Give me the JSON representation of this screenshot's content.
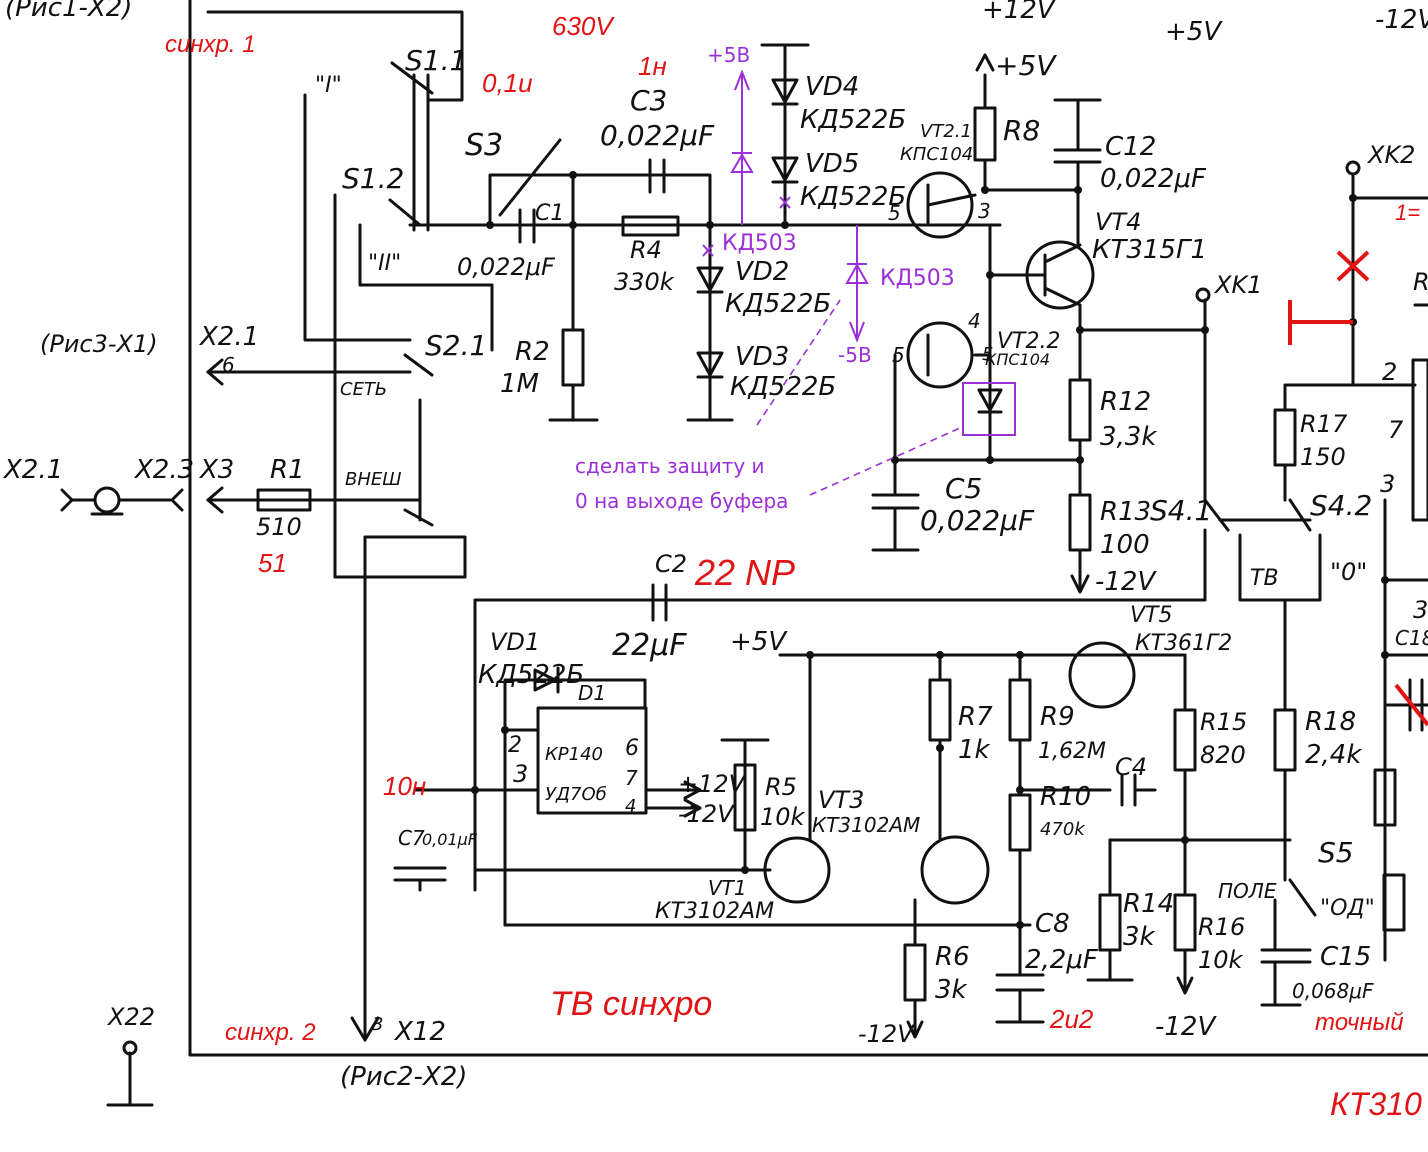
{
  "labels": {
    "top_left": "(Рис1-X2)",
    "top_p12": "+12V",
    "top_p5": "+5V",
    "top_m12": "-12V",
    "sw_s11": "S1.1",
    "sw_s12": "S1.2",
    "sw_s21": "S2.1",
    "sw_s3": "S3",
    "sw_i": "\"I\"",
    "sw_ii": "\"II\"",
    "set": "СЕТЬ",
    "vnesh": "ВНЕШ",
    "ric3": "(Рис3-X1)",
    "x21_out": "X2.1",
    "x21_in": "X2.1",
    "x23": "X2.3",
    "x3": "X3",
    "pin6": "6",
    "r1": "R1",
    "r1v": "510",
    "c3": "C3",
    "c3v": "0,022μF",
    "c1": "C1",
    "c1v": "0,022μF",
    "r4": "R4",
    "r4v": "330k",
    "r2": "R2",
    "r2v": "1M",
    "vd4": "VD4",
    "vd4t": "КД522Б",
    "vd5": "VD5",
    "vd5t": "КД522Б",
    "vd2": "VD2",
    "vd2t": "КД522Б",
    "vd3": "VD3",
    "vd3t": "КД522Б",
    "vt21": "VT2.1",
    "vt21t": "КПС104",
    "vt22": "VT2.2",
    "vt22t": "КПС104",
    "vt4": "VT4",
    "vt4t": "КТ315Г1",
    "r8": "R8",
    "p5v": "+5V",
    "c12": "C12",
    "c12v": "0,022μF",
    "xk2": "XK2",
    "xk1": "XK1",
    "r12": "R12",
    "r12v": "3,3k",
    "r13": "R13",
    "r13v": "100",
    "m12a": "-12V",
    "c5": "C5",
    "c5v": "0,022μF",
    "s41": "S4.1",
    "s42": "S4.2",
    "tv": "ТВ",
    "zero": "\"0\"",
    "r17": "R17",
    "r17v": "150",
    "c2": "C2",
    "c2v": "22μF",
    "vd1": "VD1",
    "vd1t": "КД522Б",
    "d1": "D1",
    "d1a": "КР140",
    "d1b": "УД7Об",
    "p12i": "+12V",
    "m12i": "-12V",
    "r5": "R5",
    "r5v": "10k",
    "vt3": "VT3",
    "vt3t": "КТ3102АМ",
    "vt1": "VT1",
    "vt1t": "КТ3102АМ",
    "r7": "R7",
    "r7v": "1k",
    "r9": "R9",
    "r9v": "1,62М",
    "vt5": "VT5",
    "vt5t": "КТ361Г2",
    "r15": "R15",
    "r15v": "820",
    "r18": "R18",
    "r18v": "2,4k",
    "c4": "C4",
    "r10": "R10",
    "r10v": "470k",
    "c8": "C8",
    "c8v": "2,2μF",
    "r6": "R6",
    "r6v": "3k",
    "r14": "R14",
    "r14v": "3k",
    "r16": "R16",
    "r16v": "10k",
    "s5": "S5",
    "pole": "ПОЛЕ",
    "od": "\"ОД\"",
    "c15": "C15",
    "c15v": "0,068μF",
    "m12b": "-12V",
    "m12c": "-12V",
    "p5v2": "+5V",
    "x22": "X22",
    "x12": "X12",
    "ric2": "(Рис2-X2)",
    "c7": "C7",
    "c7v": "0,01μF",
    "pin2": "2",
    "pin3": "3",
    "pin4": "4",
    "pin7": "7",
    "pin6b": "6",
    "pin5a": "5",
    "pin3b": "3",
    "pin4b": "4",
    "pin5b": "5",
    "pin5c": "5",
    "pin2b": "2",
    "pin7b": "7",
    "pin3c": "3",
    "pin3d": "3",
    "r_edge1": "R",
    "r_edge3": "3",
    "c18": "C18",
    "onee": "1="
  },
  "annotations": {
    "sinhr1": "синхр. 1",
    "v630": "630V",
    "u01": "0,1u",
    "n1": "1н",
    "p5b": "+5В",
    "kd503a": "КД503",
    "kd503b": "КД503",
    "m5b": "-5В",
    "note1": "сделать защиту и",
    "note2": "0 на выходе буфера",
    "np22": "22 NP",
    "n10": "10н",
    "v51": "51",
    "tvs": "ТВ синхро",
    "sinhr2": "синхр. 2",
    "u22": "2u2",
    "tochny": "точный",
    "kt310": "КТ310"
  },
  "colors": {
    "ink": "#111111",
    "red": "#e01414",
    "violet": "#9b30d9"
  }
}
